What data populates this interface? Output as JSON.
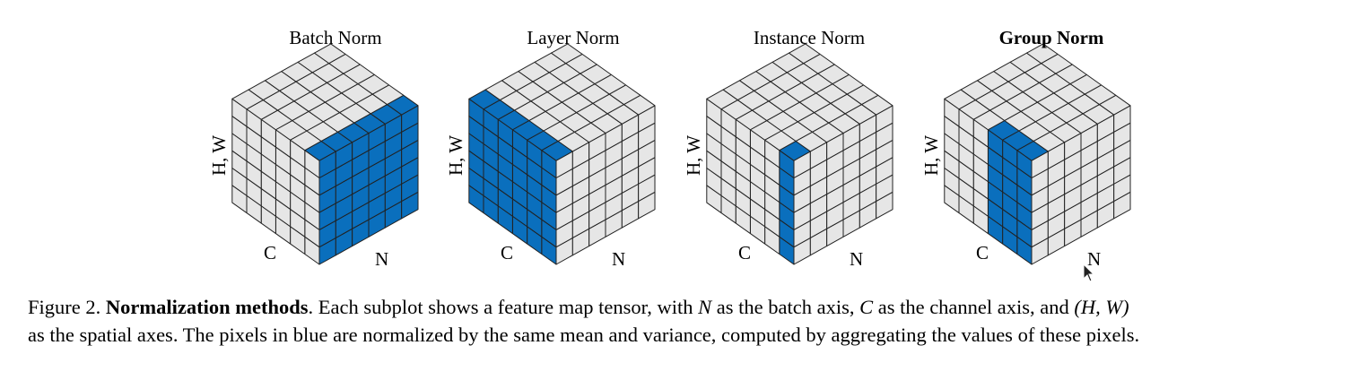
{
  "panels": [
    {
      "id": "batch",
      "title": "Batch Norm",
      "bold": false,
      "highlight": "batch"
    },
    {
      "id": "layer",
      "title": "Layer Norm",
      "bold": false,
      "highlight": "layer"
    },
    {
      "id": "instance",
      "title": "Instance Norm",
      "bold": false,
      "highlight": "instance"
    },
    {
      "id": "group",
      "title": "Group Norm",
      "bold": true,
      "highlight": "group"
    }
  ],
  "axes": {
    "hw": "H, W",
    "c": "C",
    "n": "N"
  },
  "grid": {
    "n": 6,
    "c": 6,
    "hw": 6
  },
  "colors": {
    "blue": "#0a6fbd",
    "gray": "#e6e6e6",
    "edge": "#222222"
  },
  "caption": {
    "prefix": "Figure 2. ",
    "title": "Normalization methods",
    "part1": ". Each subplot shows a feature map tensor, with ",
    "n": "N",
    "part2": " as the batch axis, ",
    "c": "C",
    "part3": " as the channel axis, and ",
    "hw": "(H, W)",
    "line2": "as the spatial axes. The pixels in blue are normalized by the same mean and variance, computed by aggregating the values of these pixels."
  }
}
